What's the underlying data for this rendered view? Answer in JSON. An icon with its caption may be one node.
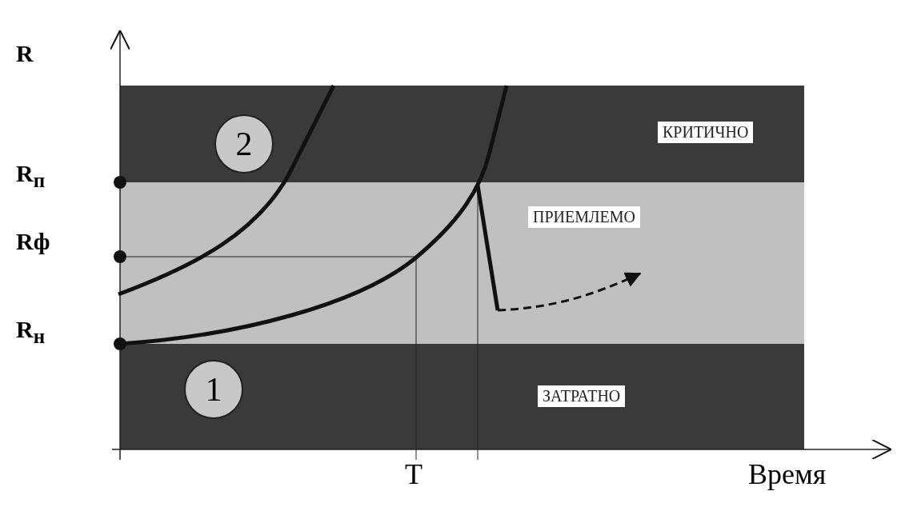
{
  "diagram": {
    "nodes": [
      {
        "text": [
          "2"
        ]
      },
      {
        "text": [
          "1"
        ]
      }
    ],
    "edges": [],
    "labels": [
      "R",
      "R$_{п}$",
      "КРИТИЧНО",
      "Rф",
      "ПРИЕМЛЕМО",
      "R$_{н}$",
      "ЗАТРАТНО",
      "T",
      "Время"
    ]
  }
}
